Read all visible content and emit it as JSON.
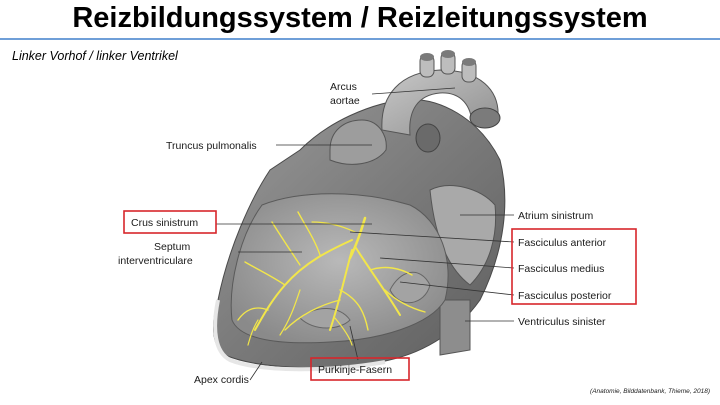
{
  "slide": {
    "title": "Reizbildungssystem / Reizleitungssystem",
    "subtitle": "Linker Vorhof / linker Ventrikel",
    "credit": "(Anatomie, Bilddatenbank, Thieme, 2018)"
  },
  "labels": {
    "arcus_line1": "Arcus",
    "arcus_line2": "aortae",
    "truncus": "Truncus pulmonalis",
    "crus": "Crus sinistrum",
    "septum_line1": "Septum",
    "septum_line2": "interventriculare",
    "apex": "Apex cordis",
    "purkinje": "Purkinje-Fasern",
    "atrium": "Atrium sinistrum",
    "fasc_anterior": "Fasciculus anterior",
    "fasc_medius": "Fasciculus medius",
    "fasc_posterior": "Fasciculus posterior",
    "ventriculus": "Ventriculus sinister"
  },
  "colors": {
    "highlight_box": "#d7262b",
    "title_rule": "#6f9fd8",
    "conduction_fibers": "#f2e64a"
  }
}
